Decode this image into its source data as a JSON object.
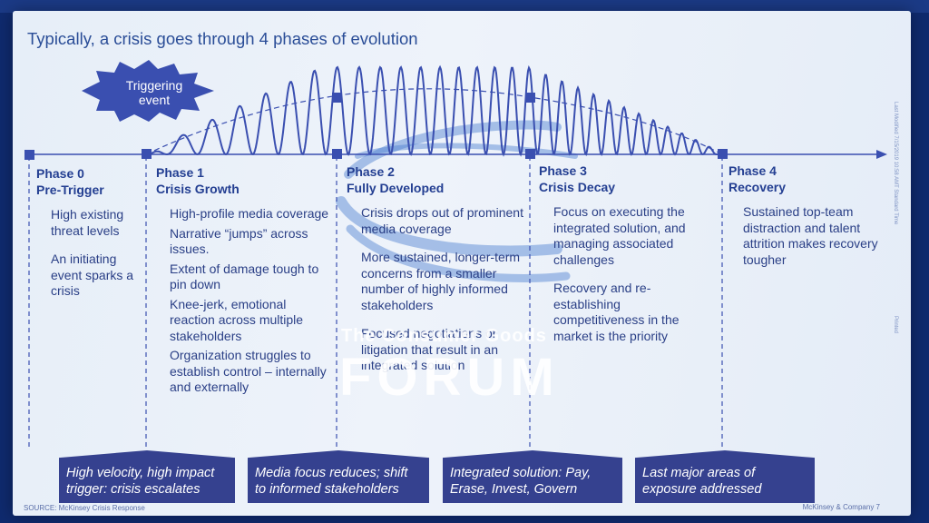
{
  "slide": {
    "title": "Typically, a crisis goes through 4 phases of evolution",
    "triggering_event": "Triggering event",
    "phases": [
      {
        "num": "Phase 0",
        "name": "Pre-Trigger",
        "bullets": [
          "High existing threat levels",
          "An initiating event sparks a crisis"
        ]
      },
      {
        "num": "Phase 1",
        "name": "Crisis Growth",
        "bullets": [
          "High-profile media coverage",
          "Narrative “jumps” across issues.",
          "Extent of damage tough to pin down",
          "Knee-jerk, emotional reaction across multiple stakeholders",
          "Organization struggles to establish control – internally and externally"
        ]
      },
      {
        "num": "Phase 2",
        "name": "Fully Developed",
        "bullets": [
          "Crisis drops out of prominent media coverage",
          "More sustained, longer-term concerns from a smaller number of highly informed stakeholders",
          "Focused negotiations or litigation that result in an integrated solution"
        ]
      },
      {
        "num": "Phase 3",
        "name": "Crisis Decay",
        "bullets": [
          "Focus on executing the integrated solution, and managing associated challenges",
          "Recovery and re-establishing competitiveness in the market is the priority"
        ]
      },
      {
        "num": "Phase 4",
        "name": "Recovery",
        "bullets": [
          "Sustained top-team distraction and talent attrition makes recovery tougher"
        ]
      }
    ],
    "banners": [
      "High velocity, high impact trigger: crisis escalates",
      "Media focus reduces; shift to informed stakeholders",
      "Integrated solution: Pay, Erase, Invest, Govern",
      "Last major areas of exposure addressed"
    ],
    "source": "SOURCE: McKinsey Crisis Response",
    "footer": "McKinsey & Company   7",
    "side_note": "Last Modified 7/15/2019 10:58 AMT Standard Time",
    "side_note2": "Printed",
    "watermark_small": "The Consumer Goods",
    "watermark_big": "FORUM"
  },
  "colors": {
    "accent": "#3a4fb0",
    "banner": "#35418f",
    "text": "#2a3f86",
    "title": "#2a4d97"
  }
}
